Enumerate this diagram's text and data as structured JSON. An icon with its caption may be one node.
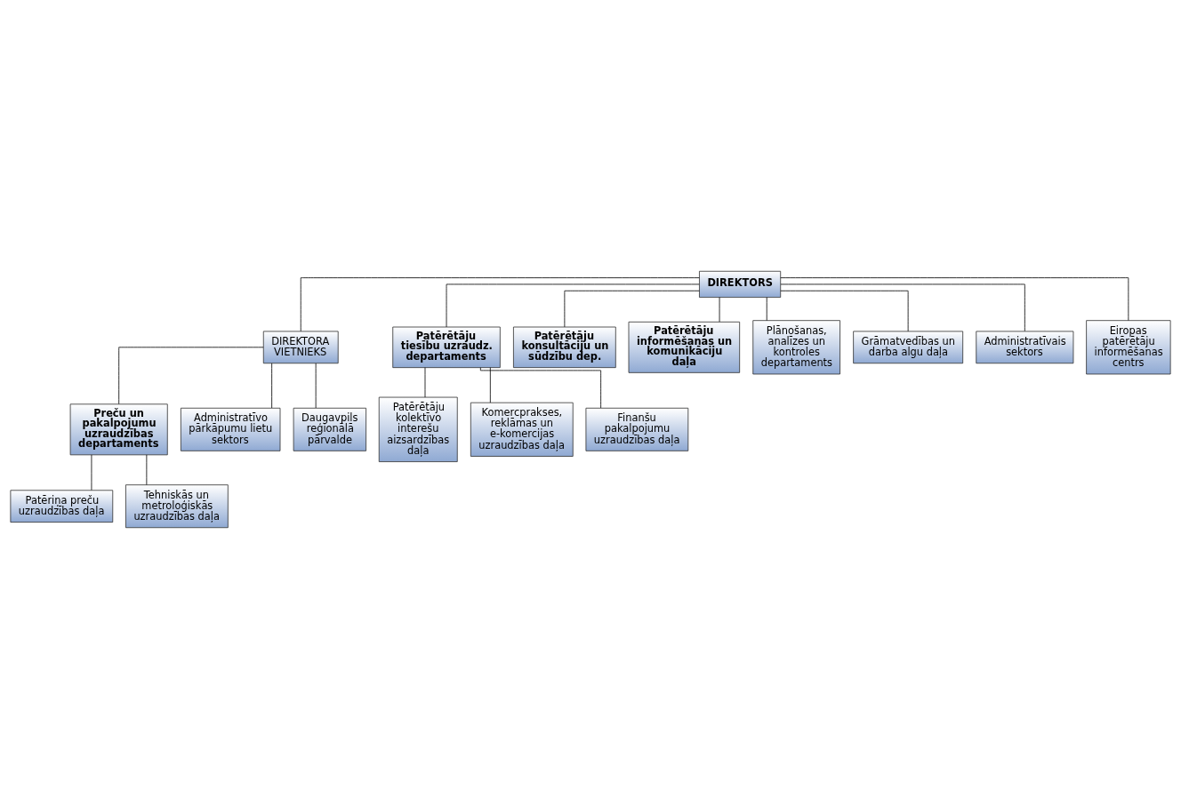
{
  "diagram": {
    "nodes": [
      {
        "text": [
          "DIREKTORS"
        ]
      },
      {
        "text": [
          "DIREKTORA VIETNIEKS"
        ]
      },
      {
        "text": [
          "Preču un pakalpojumu uzraudzības departaments"
        ]
      },
      {
        "text": [
          "Patēriņa preču uzraudzības daļa"
        ]
      },
      {
        "text": [
          "Tehniskās un metroloģiskās uzraudzības daļa"
        ]
      },
      {
        "text": [
          "Administratīvo pārkāpumu lietu sektors"
        ]
      },
      {
        "text": [
          "Daugavpils reģionālā pārvalde"
        ]
      },
      {
        "text": [
          "Patērētāju tiesību uzraudz. departaments"
        ]
      },
      {
        "text": [
          "Patērētāju kolektīvo interešu aizsardzības daļa"
        ]
      },
      {
        "text": [
          "Komercprakses, reklāmas un e-komercijas uzraudzības daļa"
        ]
      },
      {
        "text": [
          "Finanšu pakalpojumu uzraudzības daļa"
        ]
      },
      {
        "text": [
          "Patērētāju konsultāciju un sūdzību dep."
        ]
      },
      {
        "text": [
          "Patērētāju informēšanas un komunikāciju daļa"
        ]
      },
      {
        "text": [
          "Plānošanas, analīzes un kontroles departaments"
        ]
      },
      {
        "text": [
          "Grāmatvedības un darba algu daļa"
        ]
      },
      {
        "text": [
          "Administratīvais sektors"
        ]
      },
      {
        "text": [
          "Eiropas patērētāju informēšanas centrs"
        ]
      }
    ],
    "edges": [
      {
        "from": 0,
        "to": 1,
        "arrow": "none"
      },
      {
        "from": 1,
        "to": 2,
        "arrow": "none"
      },
      {
        "from": 1,
        "to": 5,
        "arrow": "none"
      },
      {
        "from": 1,
        "to": 6,
        "arrow": "none"
      },
      {
        "from": 2,
        "to": 3,
        "arrow": "none"
      },
      {
        "from": 2,
        "to": 4,
        "arrow": "none"
      },
      {
        "from": 0,
        "to": 7,
        "arrow": "none"
      },
      {
        "from": 7,
        "to": 8,
        "arrow": "none"
      },
      {
        "from": 7,
        "to": 9,
        "arrow": "none"
      },
      {
        "from": 7,
        "to": 10,
        "arrow": "none"
      },
      {
        "from": 0,
        "to": 11,
        "arrow": "none"
      },
      {
        "from": 0,
        "to": 12,
        "arrow": "none"
      },
      {
        "from": 0,
        "to": 13,
        "arrow": "none"
      },
      {
        "from": 0,
        "to": 14,
        "arrow": "none"
      },
      {
        "from": 0,
        "to": 15,
        "arrow": "none"
      },
      {
        "from": 0,
        "to": 16,
        "arrow": "none"
      }
    ]
  }
}
